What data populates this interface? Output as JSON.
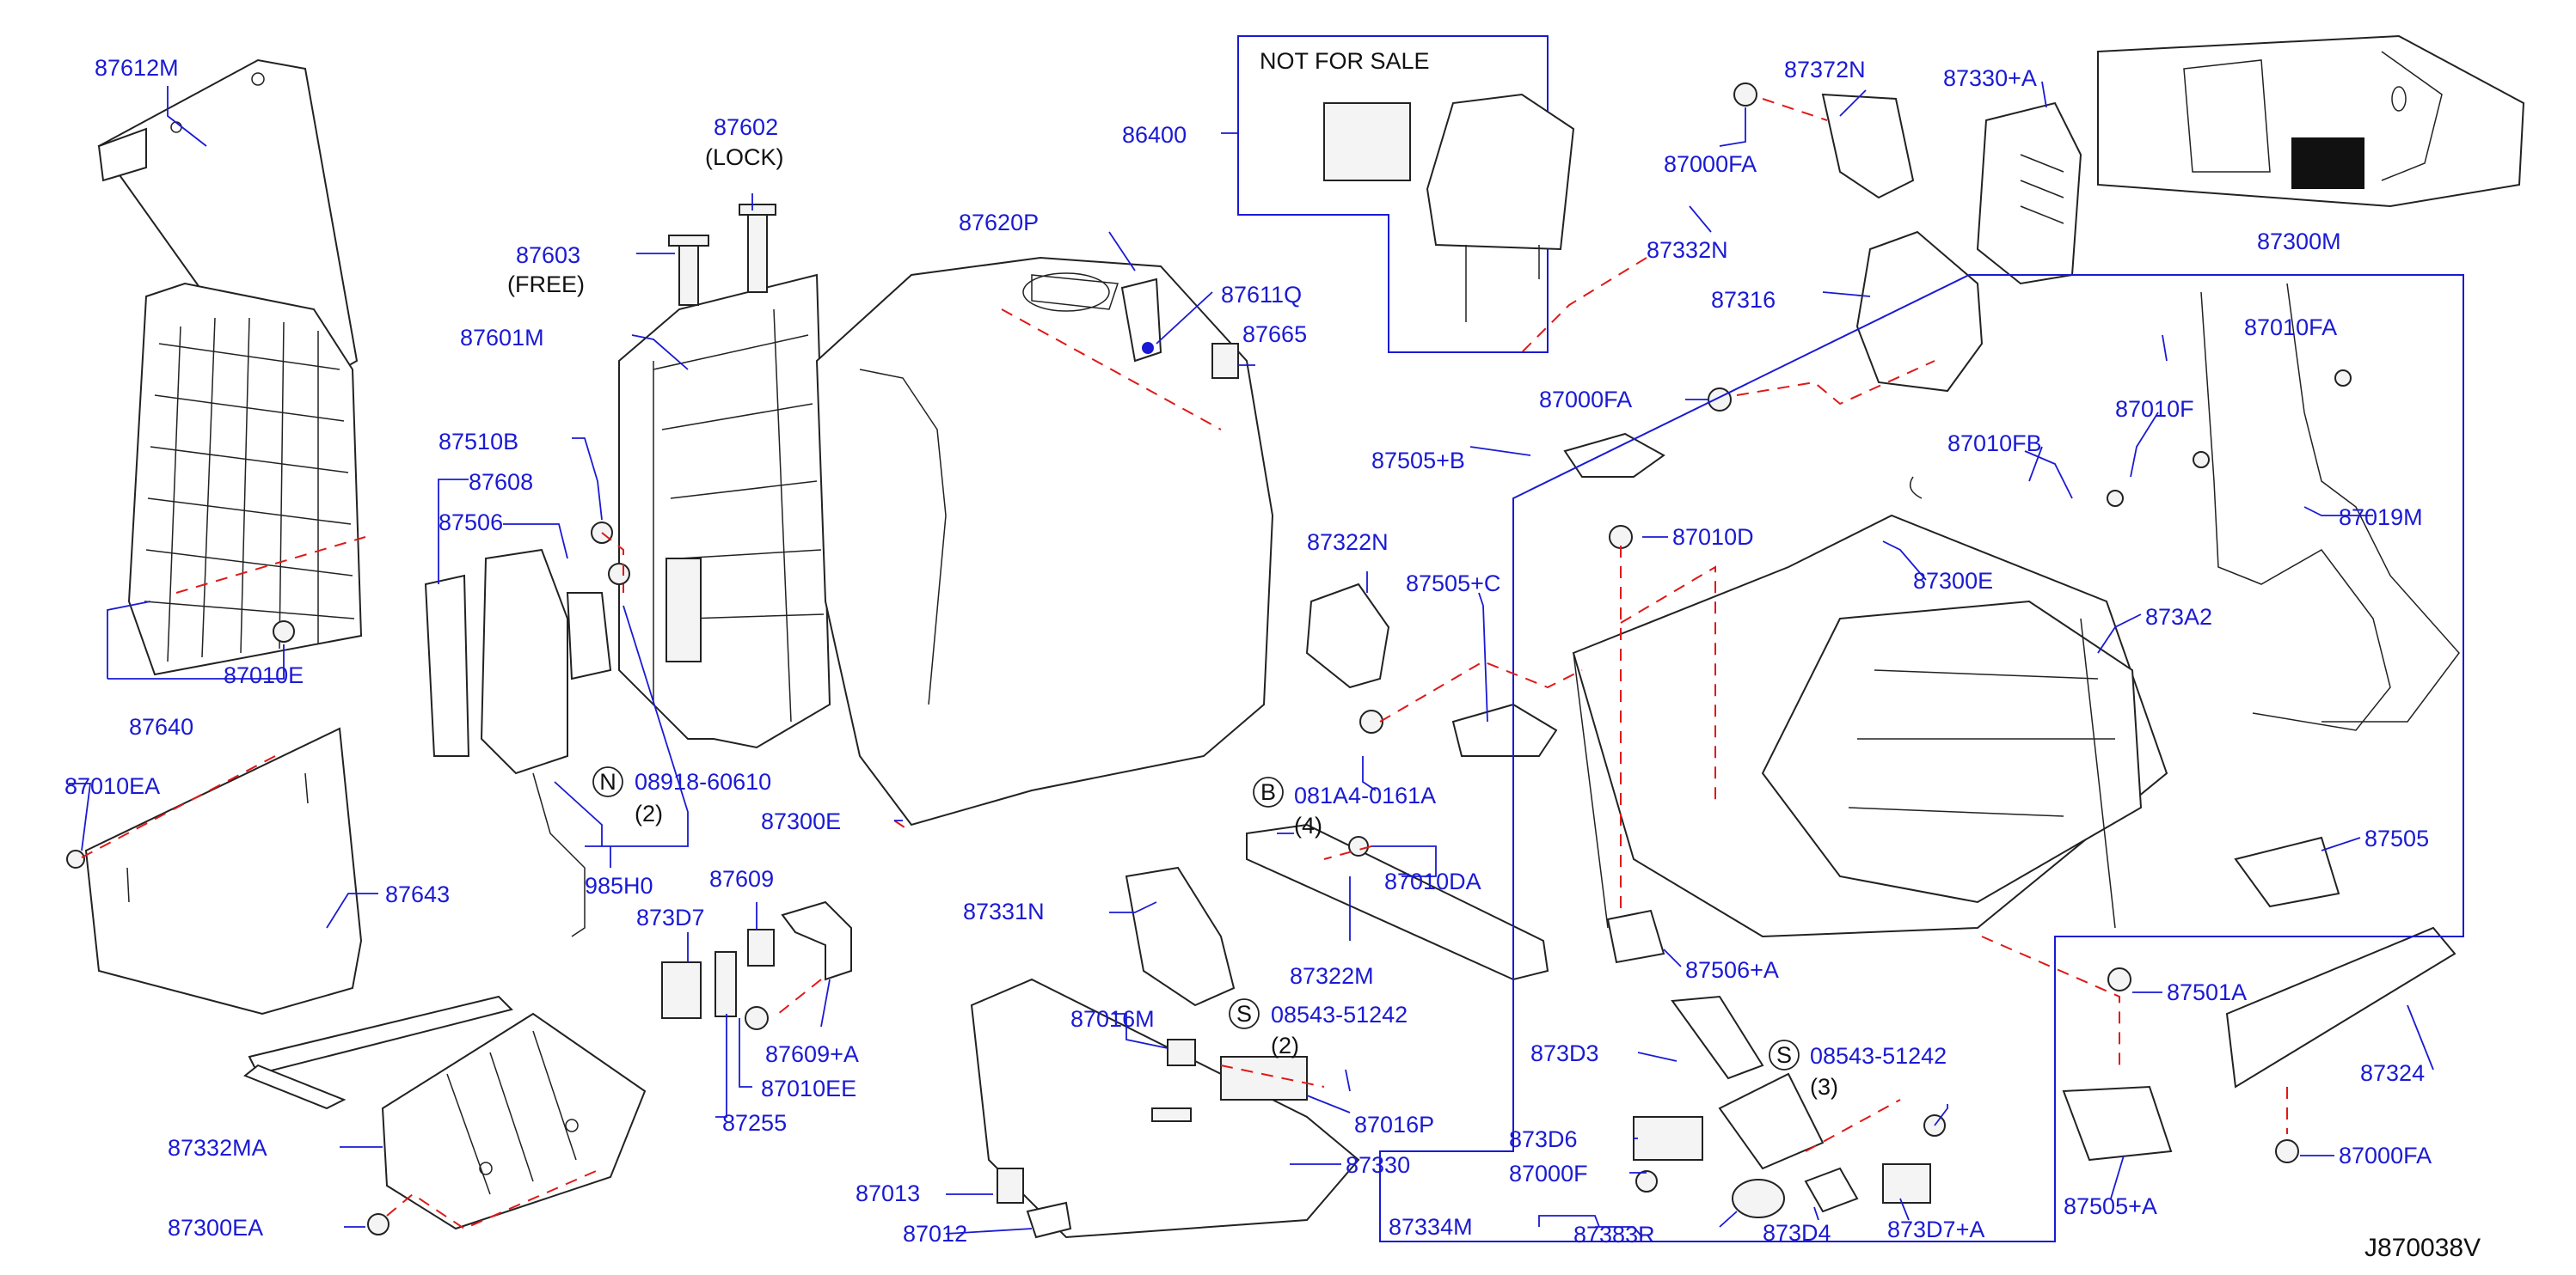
{
  "diagram": {
    "drawing_code": "J870038V",
    "not_for_sale": "NOT  FOR  SALE",
    "labels": {
      "p87612M": "87612M",
      "p87640": "87640",
      "p87010E": "87010E",
      "p87602": "87602",
      "lock": "(LOCK)",
      "p87603": "87603",
      "free": "(FREE)",
      "p87601M": "87601M",
      "p87510B": "87510B",
      "p87608": "87608",
      "p87506": "87506",
      "p87010EA": "87010EA",
      "p87643": "87643",
      "p08918": "08918-60610",
      "n2a": "(2)",
      "p985H0": "985H0",
      "p873D7": "873D7",
      "p87609": "87609",
      "p87609A": "87609+A",
      "p87010EE": "87010EE",
      "p87255": "87255",
      "p87332MA": "87332MA",
      "p87300EA": "87300EA",
      "p86400": "86400",
      "p87620P": "87620P",
      "p87611Q": "87611Q",
      "p87665": "87665",
      "p87300E_a": "87300E",
      "p87372N": "87372N",
      "p87000FA_a": "87000FA",
      "p87332N": "87332N",
      "p87330A": "87330+A",
      "p87316": "87316",
      "p87000FA_b": "87000FA",
      "p87505B": "87505+B",
      "p87322N": "87322N",
      "p87505C": "87505+C",
      "p081A4": "081A4-0161A",
      "n4": "(4)",
      "p87010DA": "87010DA",
      "p87322M": "87322M",
      "p87331N": "87331N",
      "p87016M": "87016M",
      "p08543a": "08543-51242",
      "n2b": "(2)",
      "p87016P": "87016P",
      "p87330": "87330",
      "p87013": "87013",
      "p87012": "87012",
      "p87300M": "87300M",
      "p87010FA": "87010FA",
      "p87010F": "87010F",
      "p87010FB": "87010FB",
      "p87019M": "87019M",
      "p87010D": "87010D",
      "p87300E_b": "87300E",
      "p873A2": "873A2",
      "p87506A": "87506+A",
      "p873D3": "873D3",
      "p08543b": "08543-51242",
      "n3": "(3)",
      "p873D6": "873D6",
      "p87000F": "87000F",
      "p87334M": "87334M",
      "p87383R": "87383R",
      "p873D4": "873D4",
      "p873D7A": "873D7+A",
      "p87505": "87505",
      "p87501A": "87501A",
      "p87324": "87324",
      "p87505A": "87505+A",
      "p87000FA_c": "87000FA"
    },
    "symbols": {
      "n": "N",
      "b": "B",
      "s1": "S",
      "s2": "S"
    },
    "colors": {
      "label": "#1a1ad4",
      "leader": "#1a1ad4",
      "dashed_link": "#e01818",
      "part_outline": "#222222"
    }
  }
}
